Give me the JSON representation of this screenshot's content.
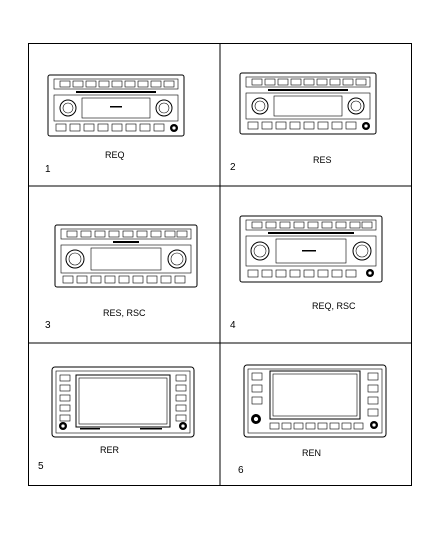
{
  "cells": [
    {
      "number": "1",
      "label": "REQ"
    },
    {
      "number": "2",
      "label": "RES"
    },
    {
      "number": "3",
      "label": "RES, RSC"
    },
    {
      "number": "4",
      "label": "REQ, RSC"
    },
    {
      "number": "5",
      "label": "RER"
    },
    {
      "number": "6",
      "label": "REN"
    }
  ]
}
